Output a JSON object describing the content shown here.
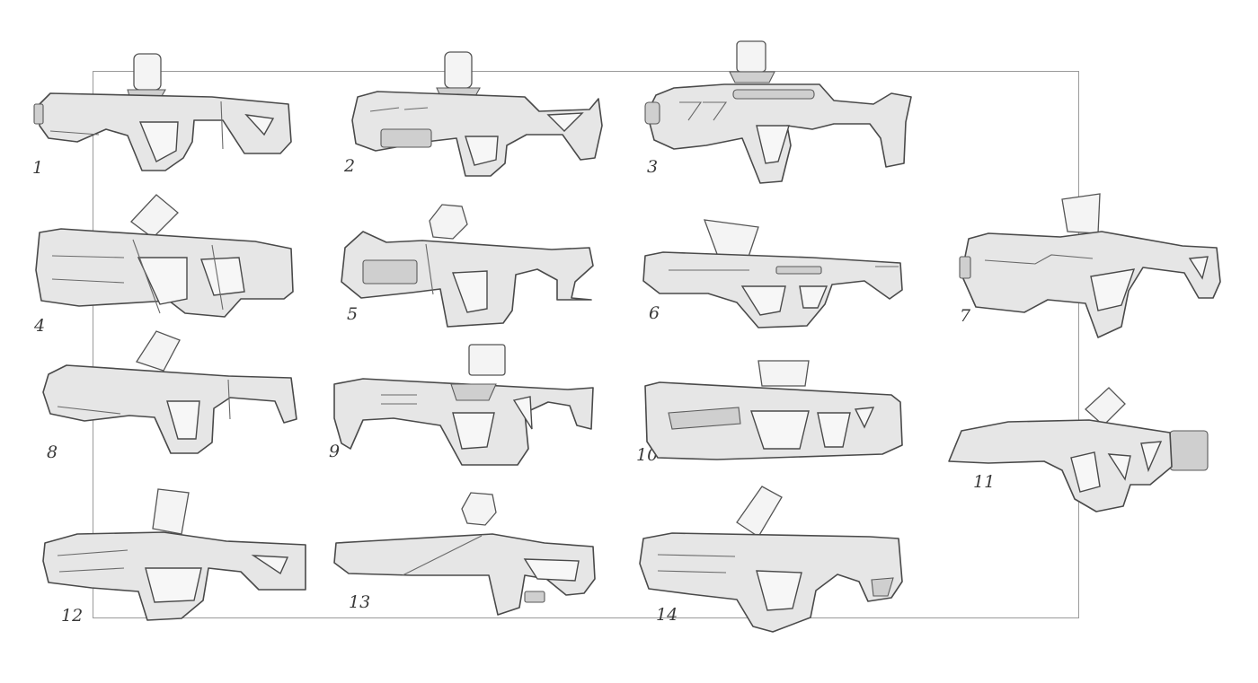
{
  "sketches": [
    {
      "number": "1"
    },
    {
      "number": "2"
    },
    {
      "number": "3"
    },
    {
      "number": "4"
    },
    {
      "number": "5"
    },
    {
      "number": "6"
    },
    {
      "number": "7"
    },
    {
      "number": "8"
    },
    {
      "number": "9"
    },
    {
      "number": "10"
    },
    {
      "number": "11"
    },
    {
      "number": "12"
    },
    {
      "number": "13"
    },
    {
      "number": "14"
    }
  ]
}
